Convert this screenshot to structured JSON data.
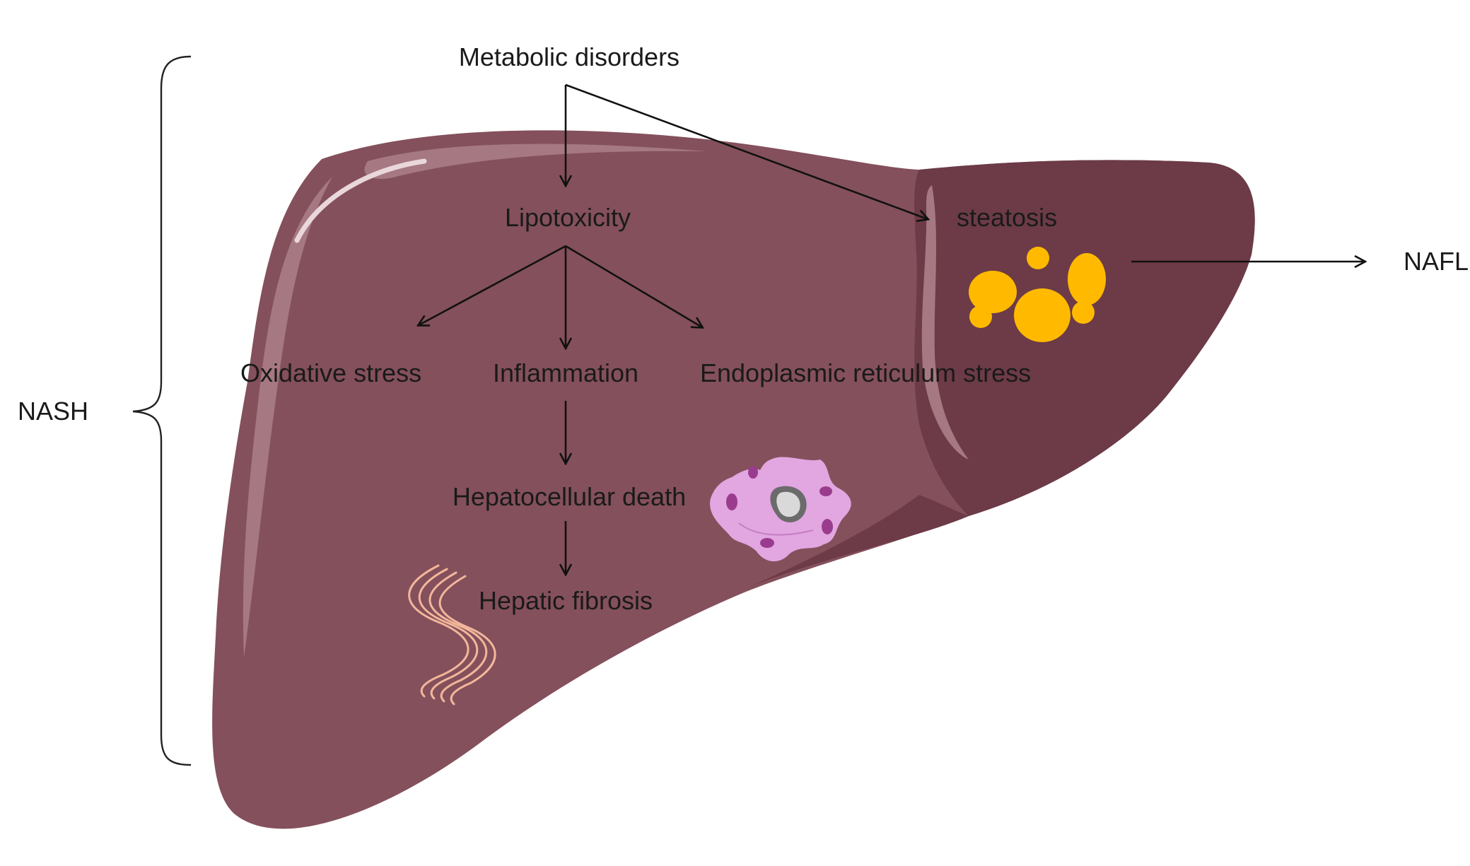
{
  "labels": {
    "metabolic_disorders": "Metabolic disorders",
    "lipotoxicity": "Lipotoxicity",
    "steatosis": "steatosis",
    "oxidative_stress": "Oxidative stress",
    "inflammation": "Inflammation",
    "er_stress": "Endoplasmic reticulum stress",
    "hepatocellular_death": "Hepatocellular death",
    "hepatic_fibrosis": "Hepatic fibrosis",
    "nafl": "NAFL",
    "nash": "NASH"
  },
  "colors": {
    "liver_body": "#84505c",
    "liver_dark": "#6c3b47",
    "liver_highlight": "#a57882",
    "fat_droplet": "#ffba00",
    "inflammatory_cell": "#e2a6e0",
    "inflammatory_cell_nucleus": "#9a3c8e",
    "fibrosis_strand": "#f2b79a",
    "arrow": "#111111"
  },
  "icons": {
    "fat_droplets": "fat-droplets-icon",
    "inflammatory_cell": "inflammatory-cell-icon",
    "fibrosis": "fibrosis-strands-icon"
  }
}
